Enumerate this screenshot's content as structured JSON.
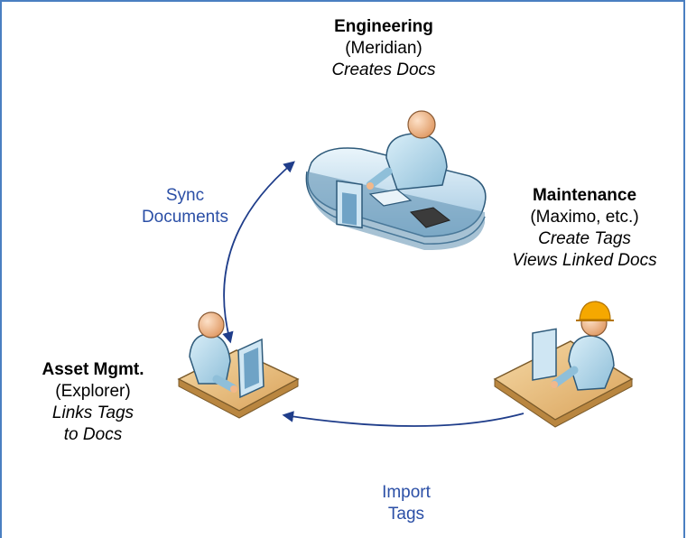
{
  "engineering": {
    "title": "Engineering",
    "system": "(Meridian)",
    "role": "Creates Docs"
  },
  "maintenance": {
    "title": "Maintenance",
    "system": "(Maximo, etc.)",
    "role_line1": "Create Tags",
    "role_line2": "Views Linked Docs"
  },
  "asset": {
    "title": "Asset Mgmt.",
    "system": "(Explorer)",
    "role_line1": "Links Tags",
    "role_line2": "to Docs"
  },
  "sync": {
    "line1": "Sync",
    "line2": "Documents"
  },
  "import": {
    "line1": "Import",
    "line2": "Tags"
  },
  "colors": {
    "frame": "#4a7fc1",
    "arrow": "#1f3d8a",
    "label": "#2b4fa6",
    "skin": "#f2b88a",
    "shirt": "#bfe0ef",
    "desk": "#e8b36a",
    "hardhat": "#f5a800"
  }
}
